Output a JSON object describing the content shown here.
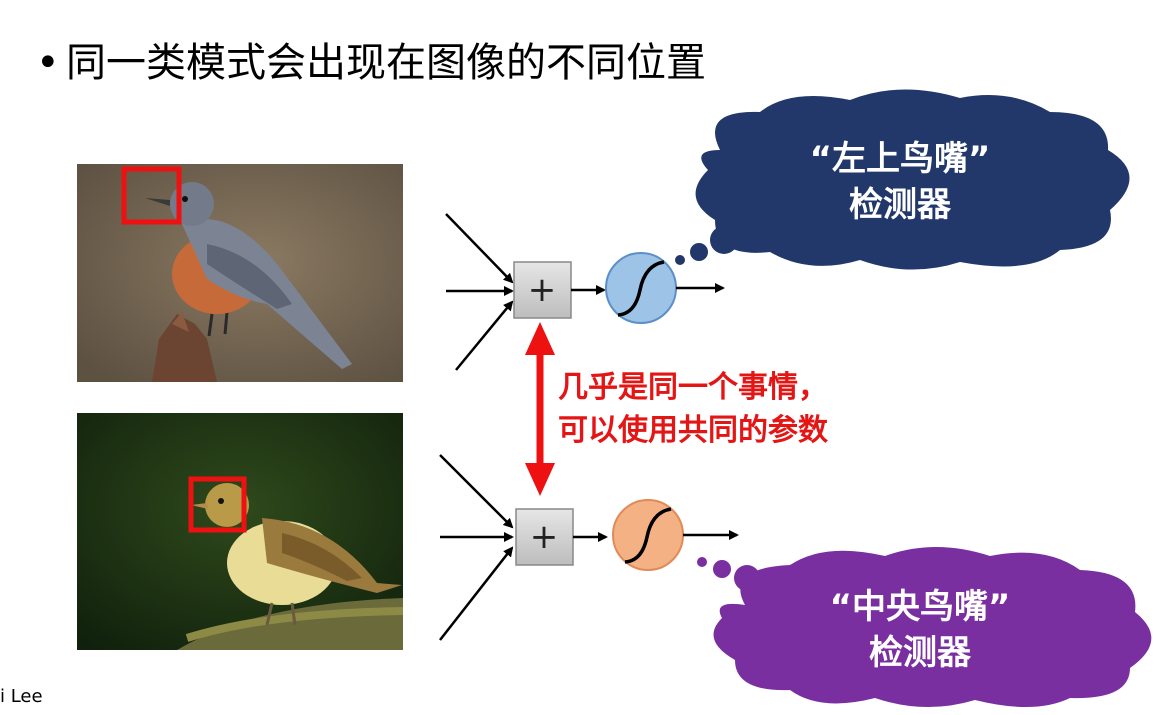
{
  "slide": {
    "title": "同一类模式会出现在图像的不同位置",
    "bullet": "•",
    "footer": "i Lee"
  },
  "detectors": {
    "top": {
      "line1": "“左上鸟嘴”",
      "line2": "检测器",
      "cloud_color": "#22386a",
      "sigmoid_color": "#9dc3e6"
    },
    "bottom": {
      "line1": "“中央鸟嘴”",
      "line2": "检测器",
      "cloud_color": "#7a2fa0",
      "sigmoid_color": "#f4b183"
    }
  },
  "note": {
    "line1": "几乎是同一个事情，",
    "line2": "可以使用共同的参数",
    "color": "#e41515"
  },
  "sum_symbol": "+",
  "photos": [
    {
      "name": "bird-gray-orange",
      "highlight": "beak-top-left"
    },
    {
      "name": "bird-yellow-green",
      "highlight": "beak-center"
    }
  ]
}
